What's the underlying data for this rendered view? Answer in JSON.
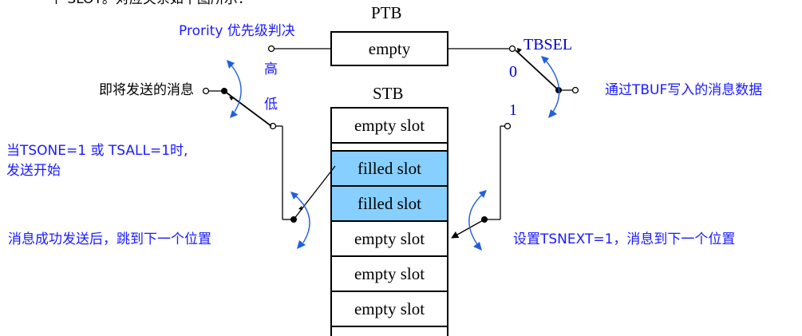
{
  "colors": {
    "blue_text": "#1a1aff",
    "blue_arrow": "#1f5fe0",
    "filled_slot": "#87cfff",
    "empty_slot": "#ffffff",
    "line": "#000000"
  },
  "top_clip": "个 SLOT。对应关系如下图所示：",
  "ptb": {
    "title": "PTB",
    "label": "empty"
  },
  "stb": {
    "title": "STB",
    "slots": [
      "empty slot",
      "filled slot",
      "filled slot",
      "empty slot",
      "empty slot",
      "empty slot"
    ],
    "slot_states": [
      "empty",
      "filled",
      "filled",
      "empty",
      "empty",
      "empty"
    ]
  },
  "left": {
    "priority": "Prority 优先级判决",
    "high": "高",
    "low": "低",
    "message_to_send": "即将发送的消息",
    "start_line1": "当TSONE=1 或 TSALL=1时,",
    "start_line2": "发送开始",
    "after_success": "消息成功发送后，跳到下一个位置"
  },
  "right": {
    "tbsel": "TBSEL",
    "zero": "0",
    "one": "1",
    "tbuf_data": "通过TBUF写入的消息数据",
    "tsnext": "设置TSNEXT=1，消息到下一个位置"
  }
}
